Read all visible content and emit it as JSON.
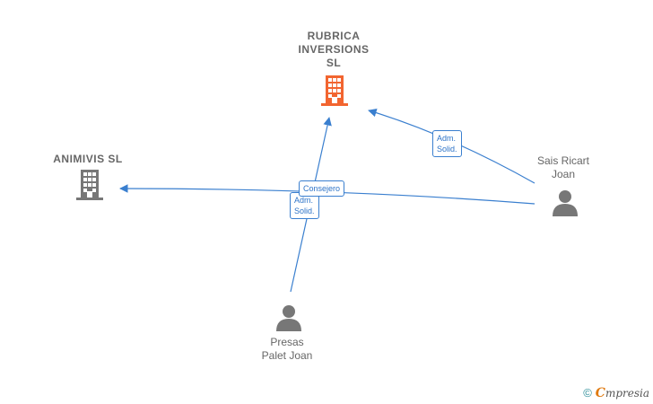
{
  "nodes": {
    "rubrica": {
      "label": "RUBRICA\nINVERSIONS\nSL",
      "type": "company",
      "color": "#f26530"
    },
    "animivis": {
      "label": "ANIMIVIS  SL",
      "type": "company",
      "color": "#777777"
    },
    "sais": {
      "label": "Sais Ricart\nJoan",
      "type": "person",
      "color": "#777777"
    },
    "presas": {
      "label": "Presas\nPalet Joan",
      "type": "person",
      "color": "#777777"
    }
  },
  "edges": [
    {
      "from": "sais",
      "to": "rubrica",
      "label": "Adm.\nSolid."
    },
    {
      "from": "sais",
      "to": "animivis",
      "label": "Consejero"
    },
    {
      "from": "presas",
      "to": "rubrica",
      "label": "Adm.\nSolid."
    }
  ],
  "colors": {
    "edge": "#3a7fcf",
    "highlight": "#f26530",
    "muted": "#777777"
  },
  "footer": {
    "copyright": "©",
    "brand_first": "C",
    "brand_rest": "mpresia"
  }
}
